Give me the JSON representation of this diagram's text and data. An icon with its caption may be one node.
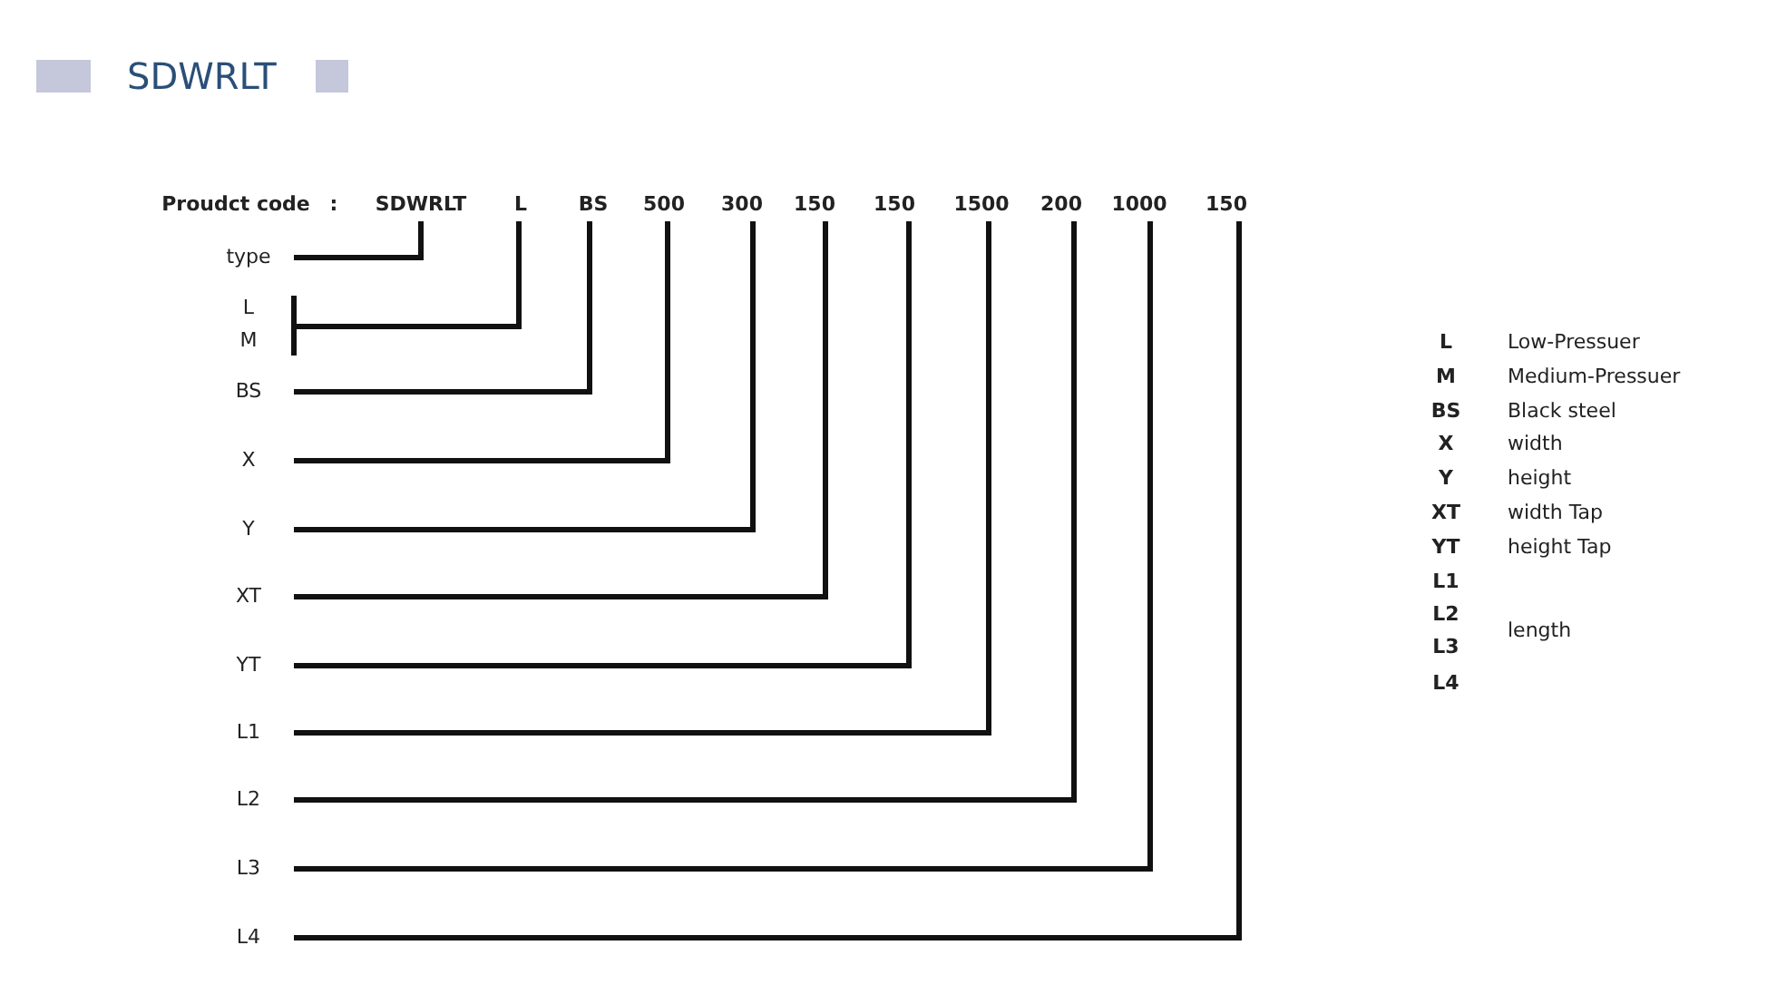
{
  "diagram": {
    "title": "SDWRLT",
    "nodes": [
      {
        "text": [
          "SDWRLT"
        ]
      },
      {
        "text": [
          "L"
        ]
      },
      {
        "text": [
          "BS"
        ]
      },
      {
        "text": [
          "500"
        ]
      },
      {
        "text": [
          "300"
        ]
      },
      {
        "text": [
          "150"
        ]
      },
      {
        "text": [
          "150"
        ]
      },
      {
        "text": [
          "1500"
        ]
      },
      {
        "text": [
          "200"
        ]
      },
      {
        "text": [
          "1000"
        ]
      },
      {
        "text": [
          "150"
        ]
      },
      {
        "text": [
          "type"
        ]
      },
      {
        "text": [
          "L"
        ]
      },
      {
        "text": [
          "M"
        ]
      },
      {
        "text": [
          "BS"
        ]
      },
      {
        "text": [
          "X"
        ]
      },
      {
        "text": [
          "Y"
        ]
      },
      {
        "text": [
          "XT"
        ]
      },
      {
        "text": [
          "YT"
        ]
      },
      {
        "text": [
          "L1"
        ]
      },
      {
        "text": [
          "L2"
        ]
      },
      {
        "text": [
          "L3"
        ]
      },
      {
        "text": [
          "L4"
        ]
      }
    ],
    "edges": [
      {
        "from": 0,
        "to": 11,
        "arrow": "none"
      },
      {
        "from": 1,
        "to": 12,
        "arrow": "none"
      },
      {
        "from": 1,
        "to": 13,
        "arrow": "none"
      },
      {
        "from": 2,
        "to": 14,
        "arrow": "none"
      },
      {
        "from": 3,
        "to": 15,
        "arrow": "none"
      },
      {
        "from": 4,
        "to": 16,
        "arrow": "none"
      },
      {
        "from": 5,
        "to": 17,
        "arrow": "none"
      },
      {
        "from": 6,
        "to": 18,
        "arrow": "none"
      },
      {
        "from": 7,
        "to": 19,
        "arrow": "none"
      },
      {
        "from": 8,
        "to": 20,
        "arrow": "none"
      },
      {
        "from": 9,
        "to": 21,
        "arrow": "none"
      },
      {
        "from": 10,
        "to": 22,
        "arrow": "none"
      }
    ],
    "labels": [
      "Proudct code",
      ":",
      "L",
      "Low-Pressuer",
      "M",
      "Medium-Pressuer",
      "BS",
      "Black steel",
      "X",
      "width",
      "Y",
      "height",
      "XT",
      "width Tap",
      "YT",
      "height Tap",
      "L1",
      "L2",
      "length",
      "L3",
      "L4"
    ]
  }
}
